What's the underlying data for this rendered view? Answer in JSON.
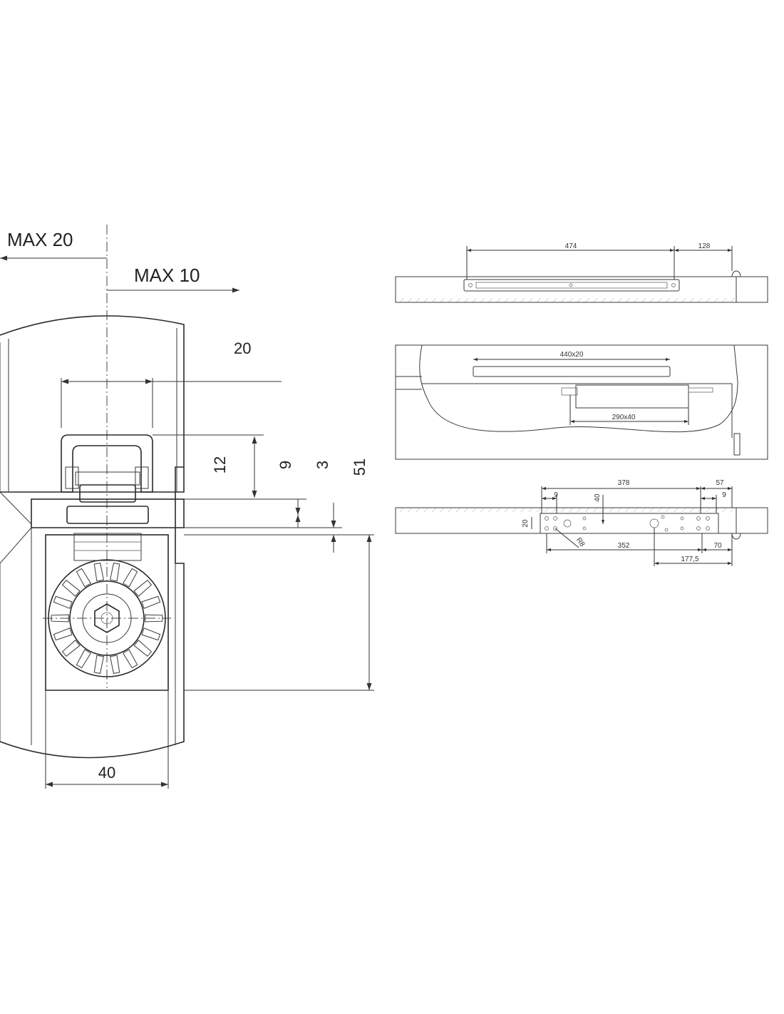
{
  "main_view": {
    "max_left": "MAX 20",
    "max_right": "MAX 10",
    "dim_top_width": "20",
    "dim_height_12": "12",
    "dim_height_9": "9",
    "dim_height_3": "3",
    "dim_height_51": "51",
    "dim_width_40": "40"
  },
  "top_view": {
    "dim_474": "474",
    "dim_128": "128"
  },
  "middle_view": {
    "dim_440x20": "440x20",
    "dim_290x40": "290x40"
  },
  "bottom_view": {
    "dim_378": "378",
    "dim_57": "57",
    "dim_9_left": "9",
    "dim_9_right": "9",
    "dim_40": "40",
    "dim_20": "20",
    "dim_R8": "R8",
    "dim_352": "352",
    "dim_70": "70",
    "dim_177_5": "177,5"
  },
  "colors": {
    "line": "#2a2a2a",
    "background": "#ffffff"
  }
}
